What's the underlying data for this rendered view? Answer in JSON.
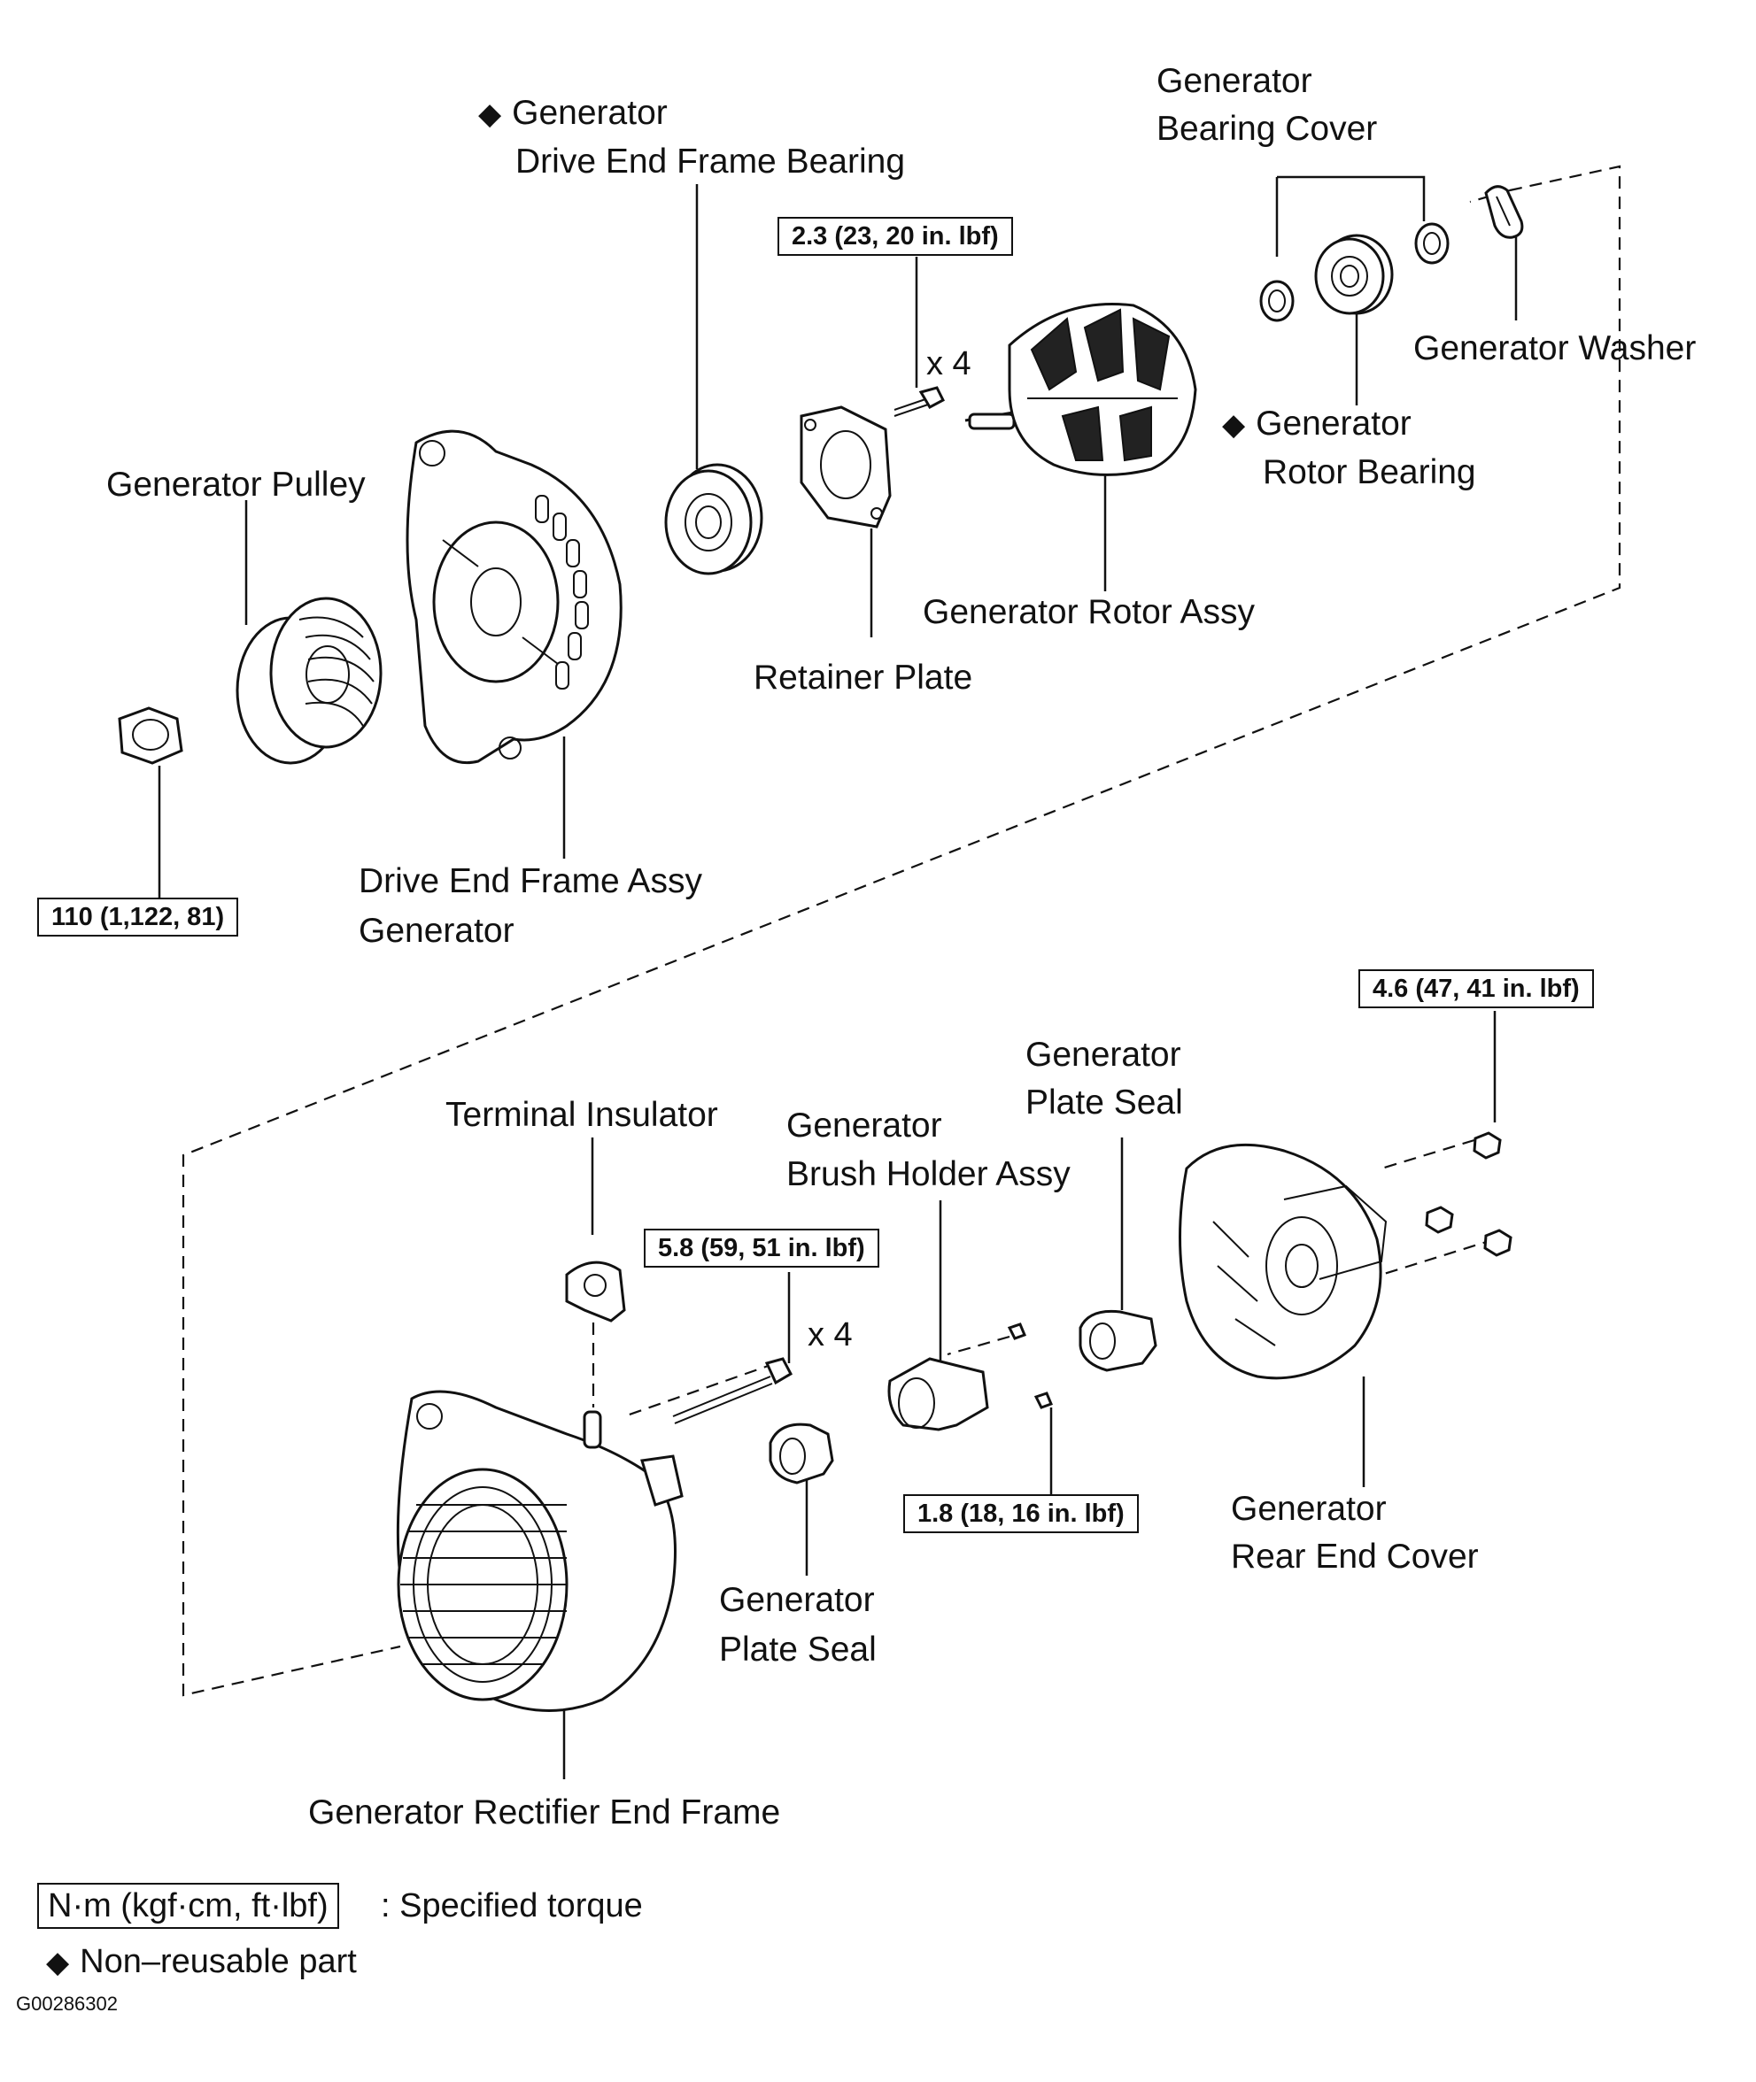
{
  "labels": {
    "drive_end_bearing": [
      "Generator",
      "Drive End Frame Bearing"
    ],
    "bearing_cover": [
      "Generator",
      "Bearing Cover"
    ],
    "washer": "Generator Washer",
    "rotor_bearing": [
      "Generator",
      "Rotor Bearing"
    ],
    "pulley": "Generator Pulley",
    "rotor_assy": "Generator Rotor Assy",
    "retainer_plate": "Retainer Plate",
    "drive_end_frame": [
      "Drive End Frame Assy",
      "Generator"
    ],
    "terminal_insulator": "Terminal Insulator",
    "brush_holder": [
      "Generator",
      "Brush Holder Assy"
    ],
    "plate_seal_upper": [
      "Generator",
      "Plate Seal"
    ],
    "plate_seal_lower": [
      "Generator",
      "Plate Seal"
    ],
    "rear_end_cover": [
      "Generator",
      "Rear End Cover"
    ],
    "rectifier_end_frame": "Generator Rectifier End Frame"
  },
  "torques": {
    "retainer_bolts": "2.3 (23, 20 in. lbf)",
    "pulley_nut": "110 (1,122, 81)",
    "rear_cover_nuts": "4.6 (47, 41 in. lbf)",
    "through_bolts": "5.8 (59, 51 in. lbf)",
    "brush_holder_screws": "1.8 (18, 16 in. lbf)"
  },
  "multipliers": {
    "retainer_bolts": "x 4",
    "through_bolts": "x 4"
  },
  "legend": {
    "torque_unit": "N·m (kgf·cm, ft·lbf)",
    "torque_text": ": Specified torque",
    "non_reusable_symbol": "◆",
    "non_reusable_text": "Non–reusable part"
  },
  "diamond_symbol": "◆",
  "figure_id": "G00286302"
}
